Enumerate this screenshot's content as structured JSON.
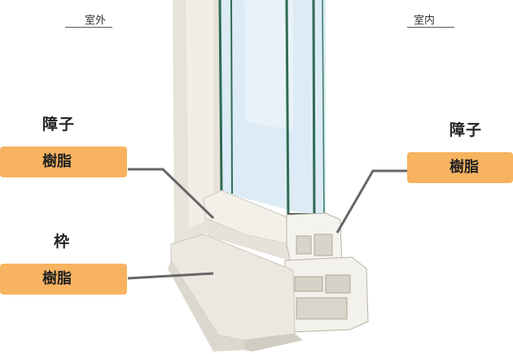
{
  "side_labels": {
    "outdoor": "室外",
    "indoor": "室内"
  },
  "left_groups": [
    {
      "heading": "障子",
      "badge": "樹脂"
    },
    {
      "heading": "枠",
      "badge": "樹脂"
    }
  ],
  "right_group": {
    "heading": "障子",
    "badge": "樹脂"
  },
  "colors": {
    "badge": "#f7b360",
    "frame": "#eeebe3",
    "glass": "#dcebf5",
    "glass_edge": "#2f6b54",
    "spacer": "#d8b860",
    "leader": "#666666"
  }
}
